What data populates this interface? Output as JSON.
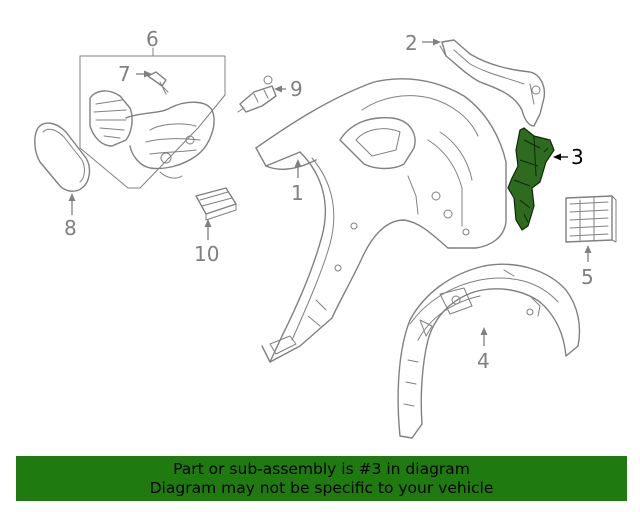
{
  "callouts": {
    "c1": "1",
    "c2": "2",
    "c3": "3",
    "c4": "4",
    "c5": "5",
    "c6": "6",
    "c7": "7",
    "c8": "8",
    "c9": "9",
    "c10": "10"
  },
  "banner": {
    "line1": "Part or sub-assembly is #3 in diagram",
    "line2": "Diagram may not be specific to your vehicle"
  },
  "colors": {
    "highlight_part": "#2f6b1f",
    "banner_bg": "#1f7a0f",
    "drawing_lines": "#808080"
  }
}
